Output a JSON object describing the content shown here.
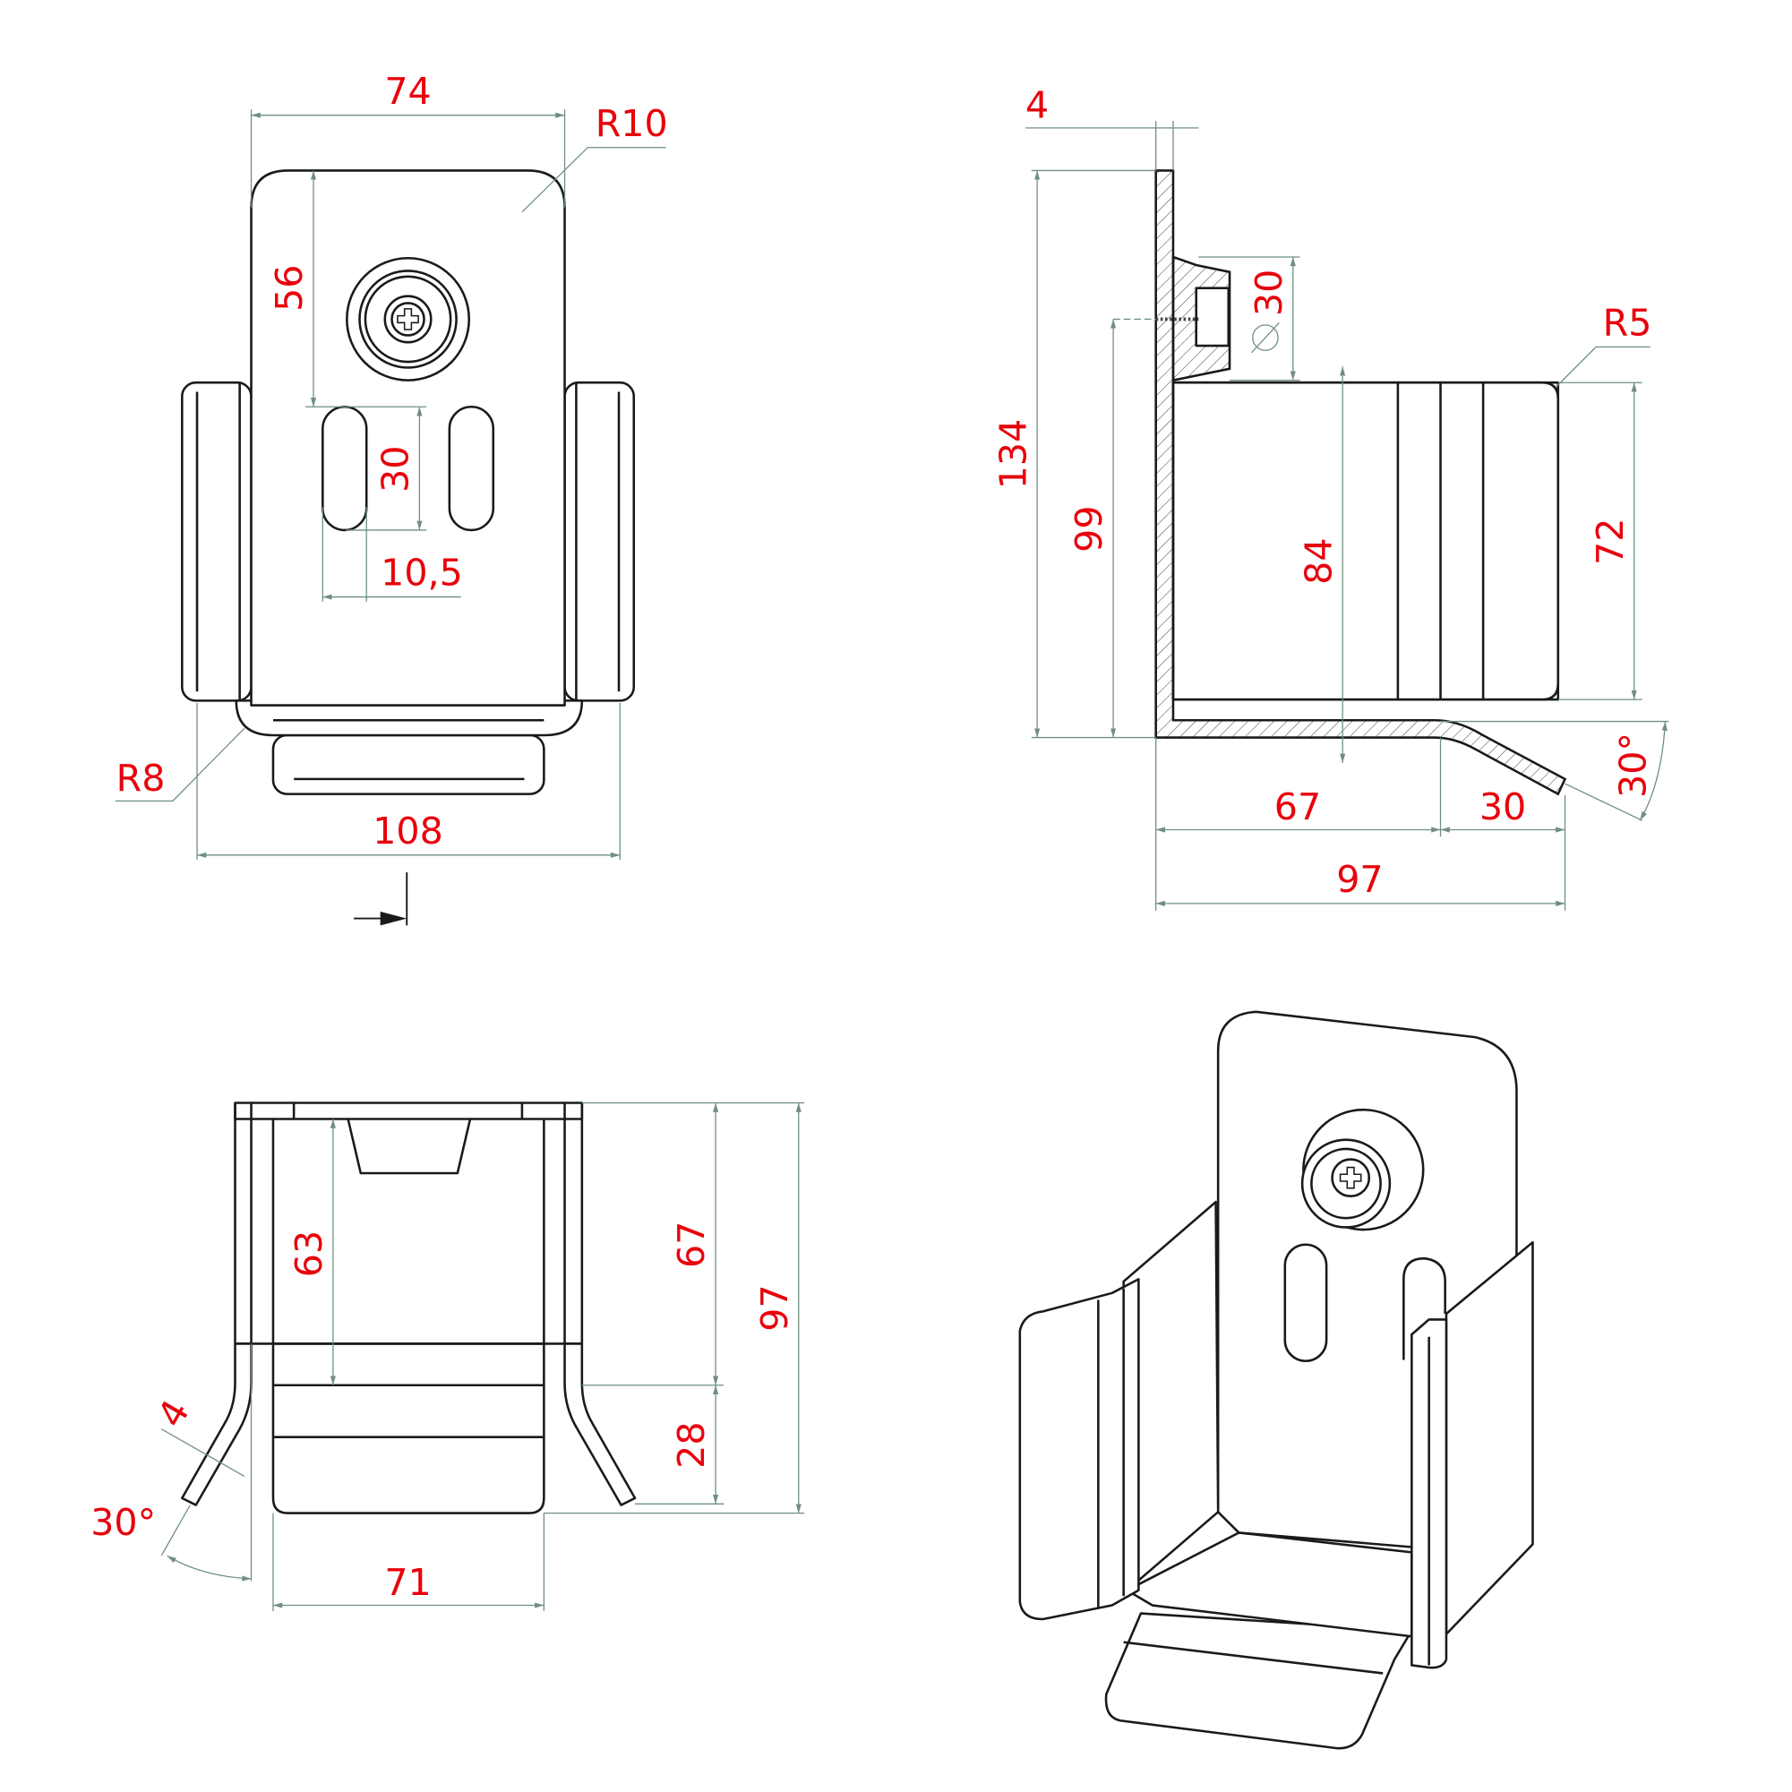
{
  "drawing": {
    "front_view": {
      "width_top": "74",
      "corner_radius": "R10",
      "hole_height": "56",
      "slot_length": "30",
      "slot_width": "10,5",
      "bend_radius": "R8",
      "overall_width": "108"
    },
    "side_view": {
      "thickness": "4",
      "total_height": "134",
      "hole_height": "99",
      "stud_diameter": "30",
      "corner_radius": "R5",
      "inner_height": "84",
      "flange_height": "72",
      "angle": "30°",
      "base_length": "67",
      "lip_length": "30",
      "total_depth": "97"
    },
    "top_view": {
      "inner_depth": "63",
      "base_depth": "67",
      "total_depth": "97",
      "thickness": "4",
      "angle": "30°",
      "lip_depth": "28",
      "inner_width": "71"
    }
  },
  "colors": {
    "dimension_text": "#e8000b",
    "dimension_line": "#6f8f80",
    "outline": "#1a1a1a"
  }
}
